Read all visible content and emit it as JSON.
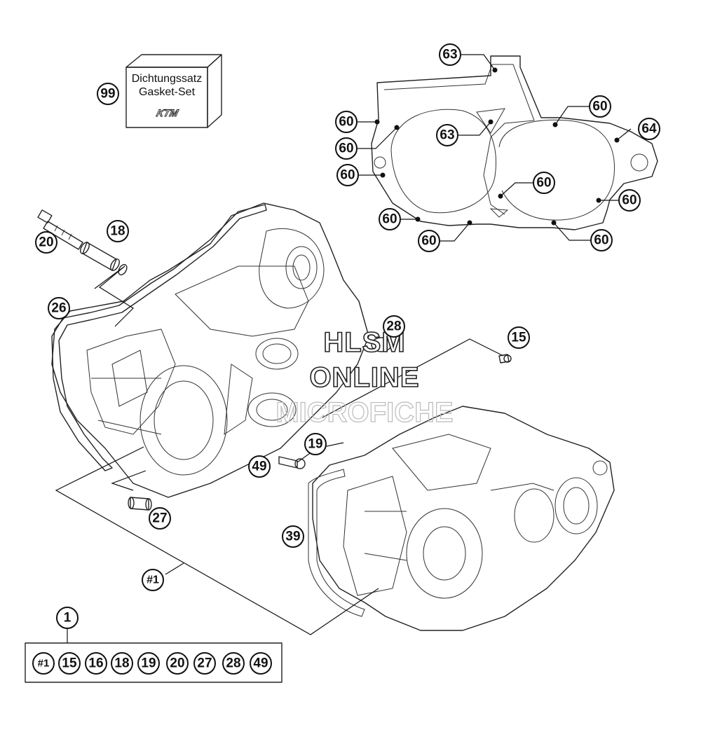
{
  "gasket_box": {
    "line1": "Dichtungssatz",
    "line2": "Gasket-Set",
    "logo": "KTM"
  },
  "watermark": {
    "line1": "HLSM",
    "line2": "ONLINE",
    "line3": "MICROFICHE"
  },
  "callouts": {
    "c99": "99",
    "c63a": "63",
    "c63b": "63",
    "c60a": "60",
    "c60b": "60",
    "c60c": "60",
    "c60d": "60",
    "c60e": "60",
    "c60f": "60",
    "c60g": "60",
    "c60h": "60",
    "c64": "64",
    "c18": "18",
    "c20": "20",
    "c26": "26",
    "c28": "28",
    "c15": "15",
    "c19": "19",
    "c49": "49",
    "c27": "27",
    "c39": "39",
    "c1hash": "#1",
    "c1": "1"
  },
  "kit_list": [
    "#1",
    "15",
    "16",
    "18",
    "19",
    "20",
    "27",
    "28",
    "49"
  ]
}
